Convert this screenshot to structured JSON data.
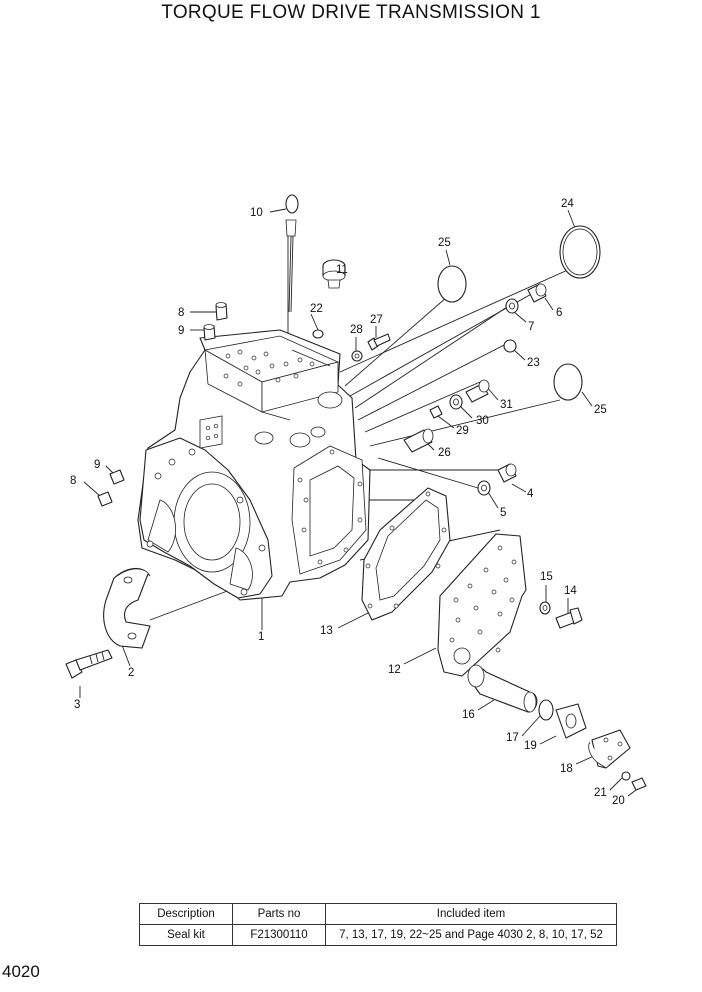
{
  "title": "TORQUE FLOW DRIVE TRANSMISSION 1",
  "page_number": "4020",
  "callouts": [
    "1",
    "2",
    "3",
    "4",
    "5",
    "6",
    "7",
    "8",
    "8",
    "9",
    "9",
    "10",
    "11",
    "12",
    "13",
    "14",
    "15",
    "16",
    "17",
    "18",
    "19",
    "20",
    "21",
    "22",
    "23",
    "24",
    "25",
    "25",
    "26",
    "27",
    "28",
    "29",
    "30",
    "31"
  ],
  "table": {
    "headers": [
      "Description",
      "Parts no",
      "Included item"
    ],
    "rows": [
      [
        "Seal kit",
        "F21300110",
        "7, 13, 17, 19, 22~25 and Page 4030 2, 8, 10, 17, 52"
      ]
    ]
  }
}
